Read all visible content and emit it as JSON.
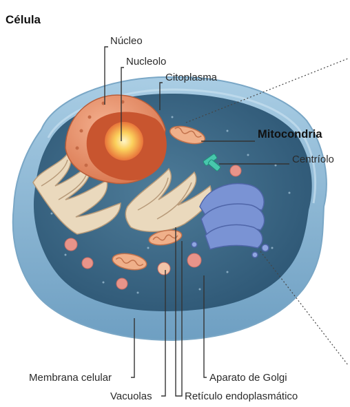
{
  "title": "Célula",
  "labels": {
    "nucleo": "Núcleo",
    "nucleolo": "Nucleolo",
    "citoplasma": "Citoplasma",
    "mitocondria": "Mitocondria",
    "centriolo": "Centríolo",
    "membrana": "Membrana celular",
    "aparato_golgi": "Aparato de Golgi",
    "vacuolas": "Vacuolas",
    "reticulo": "Retículo endoplasmático"
  },
  "colors": {
    "membrane": "#8cb8d6",
    "cytoplasm": "#3f6d8c",
    "nucleus": "#e48f6b",
    "nucleolus": "#fbd05c",
    "golgi": "#6f86c8",
    "mitochondria": "#e9a27a",
    "reticulum": "#e6d6bc",
    "vacuole": "#e8948a",
    "centriole": "#3cc0a8"
  }
}
